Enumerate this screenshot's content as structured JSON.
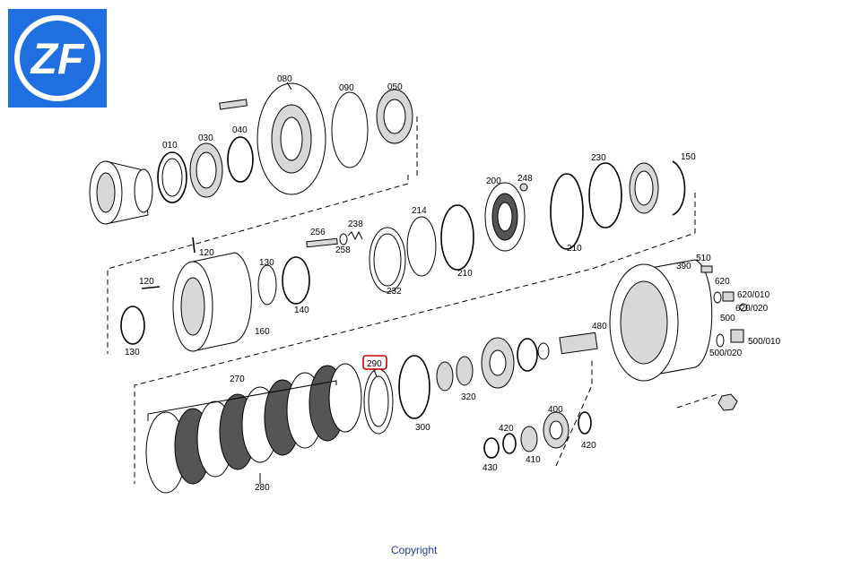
{
  "brand": {
    "logo_text": "ZF",
    "logo_bg": "#1f6fe0"
  },
  "highlight": {
    "part": "290",
    "color": "#cc0000"
  },
  "part_labels": [
    "080",
    "090",
    "050",
    "010",
    "030",
    "040",
    "150",
    "230",
    "200",
    "248",
    "120",
    "256",
    "238",
    "258",
    "214",
    "130",
    "120",
    "140",
    "232",
    "210",
    "210",
    "390",
    "510",
    "620",
    "620/010",
    "620/020",
    "500",
    "480",
    "500/010",
    "130",
    "160",
    "500/020",
    "290",
    "270",
    "320",
    "300",
    "400",
    "420",
    "420",
    "430",
    "410",
    "280"
  ],
  "footer": {
    "copyright": "Copyright"
  }
}
